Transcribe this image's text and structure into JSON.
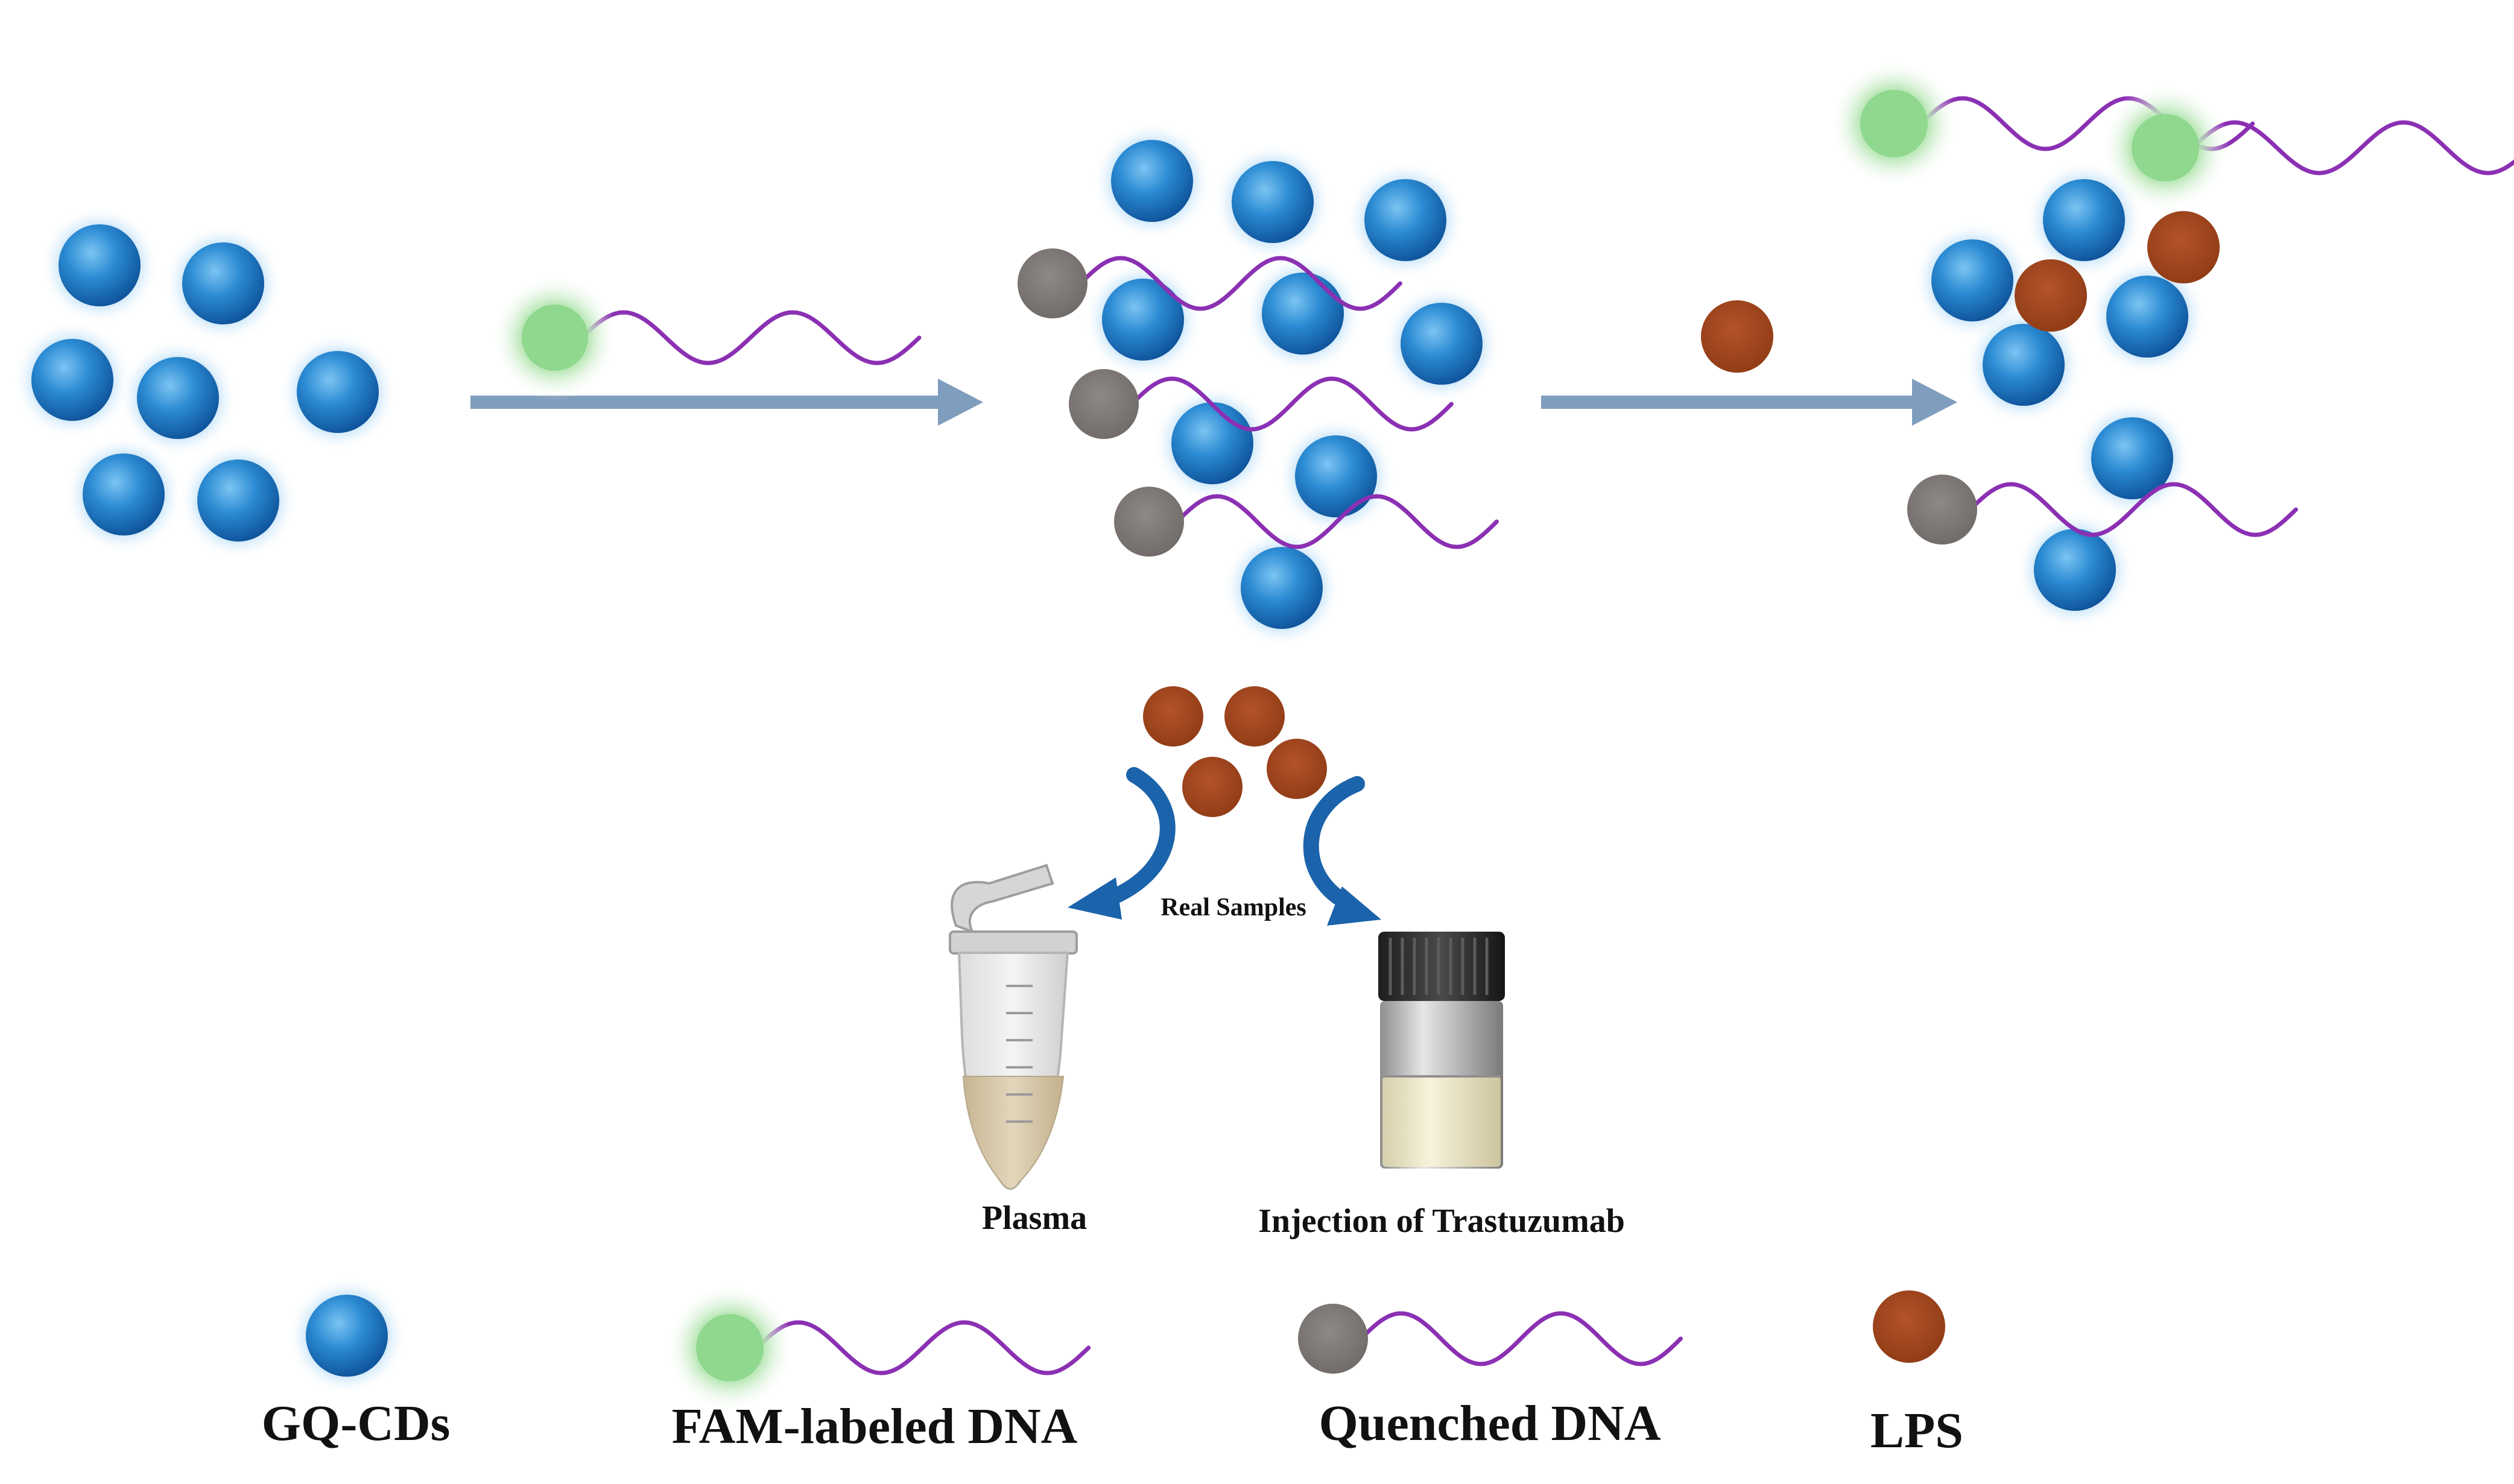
{
  "colors": {
    "cd_blue": "#1f7bc4",
    "cd_glow": "#9fd1f4",
    "fam_green": "#8fd88e",
    "quencher_gray": "#817c79",
    "lps_brown": "#a3471d",
    "dna_purple": "#8b30b3",
    "arrow": "#7f9dbd",
    "curved_arrow": "#1b63aa"
  },
  "icons": {
    "tube": "microcentrifuge-tube-icon",
    "vial": "glass-vial-icon"
  },
  "labels": {
    "real_samples": "Real Samples",
    "plasma": "Plasma",
    "injection": "Injection of Trastuzumab"
  },
  "legend": [
    {
      "name": "GQ-CDs"
    },
    {
      "name": "FAM-labeled DNA"
    },
    {
      "name": "Quenched DNA"
    },
    {
      "name": "LPS"
    }
  ]
}
